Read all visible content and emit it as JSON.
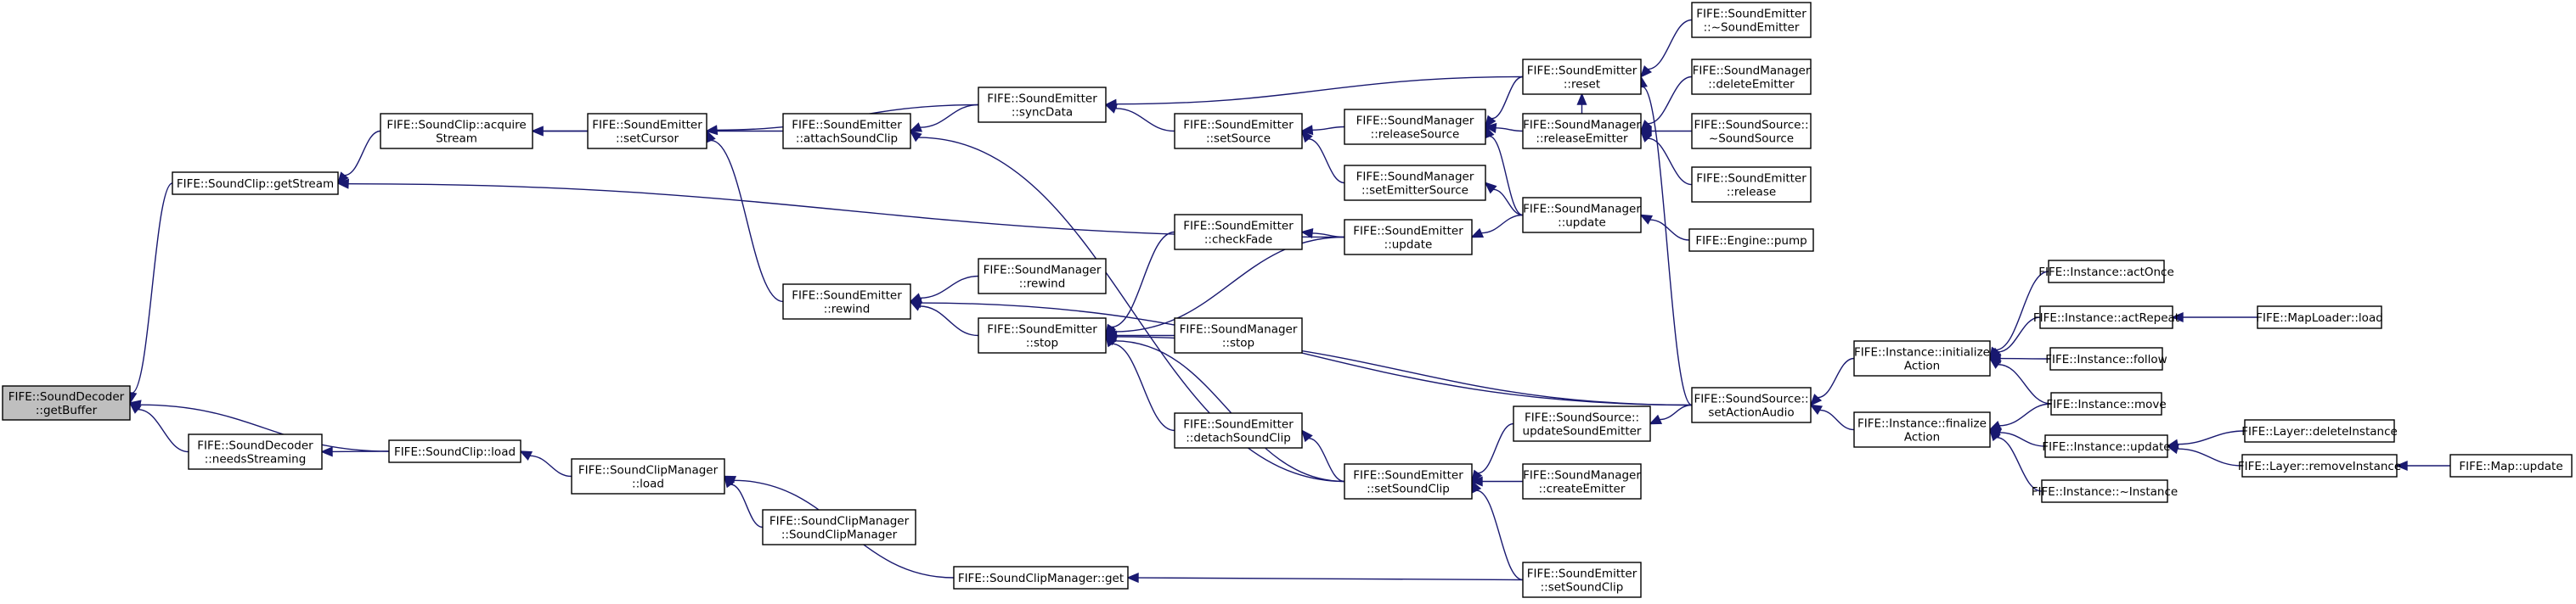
{
  "colors": {
    "edge": "#191970",
    "root_fill": "#bfbfbf",
    "node_fill": "#ffffff",
    "node_border": "#000000"
  },
  "nodes": [
    {
      "id": "getBuffer",
      "lines": [
        "FIFE::SoundDecoder",
        "::getBuffer"
      ],
      "root": true
    },
    {
      "id": "getStream",
      "lines": [
        "FIFE::SoundClip::getStream"
      ]
    },
    {
      "id": "needsStreaming",
      "lines": [
        "FIFE::SoundDecoder",
        "::needsStreaming"
      ]
    },
    {
      "id": "clipLoad",
      "lines": [
        "FIFE::SoundClip::load"
      ]
    },
    {
      "id": "acquireStream",
      "lines": [
        "FIFE::SoundClip::acquire",
        "Stream"
      ]
    },
    {
      "id": "clipMgrLoad",
      "lines": [
        "FIFE::SoundClipManager",
        "::load"
      ]
    },
    {
      "id": "clipMgrCtor",
      "lines": [
        "FIFE::SoundClipManager",
        "::SoundClipManager"
      ]
    },
    {
      "id": "clipMgrGet",
      "lines": [
        "FIFE::SoundClipManager::get"
      ]
    },
    {
      "id": "setCursor",
      "lines": [
        "FIFE::SoundEmitter",
        "::setCursor"
      ]
    },
    {
      "id": "attachSoundClip",
      "lines": [
        "FIFE::SoundEmitter",
        "::attachSoundClip"
      ]
    },
    {
      "id": "rewind",
      "lines": [
        "FIFE::SoundEmitter",
        "::rewind"
      ]
    },
    {
      "id": "syncData",
      "lines": [
        "FIFE::SoundEmitter",
        "::syncData"
      ]
    },
    {
      "id": "mgrRewind",
      "lines": [
        "FIFE::SoundManager",
        "::rewind"
      ]
    },
    {
      "id": "stop",
      "lines": [
        "FIFE::SoundEmitter",
        "::stop"
      ]
    },
    {
      "id": "setSource",
      "lines": [
        "FIFE::SoundEmitter",
        "::setSource"
      ]
    },
    {
      "id": "checkFade",
      "lines": [
        "FIFE::SoundEmitter",
        "::checkFade"
      ]
    },
    {
      "id": "mgrStop",
      "lines": [
        "FIFE::SoundManager",
        "::stop"
      ]
    },
    {
      "id": "detachSoundClip",
      "lines": [
        "FIFE::SoundEmitter",
        "::detachSoundClip"
      ]
    },
    {
      "id": "releaseSource",
      "lines": [
        "FIFE::SoundManager",
        "::releaseSource"
      ]
    },
    {
      "id": "setEmitterSource",
      "lines": [
        "FIFE::SoundManager",
        "::setEmitterSource"
      ]
    },
    {
      "id": "emitterUpdate",
      "lines": [
        "FIFE::SoundEmitter",
        "::update"
      ]
    },
    {
      "id": "setSoundClip1",
      "lines": [
        "FIFE::SoundEmitter",
        "::setSoundClip"
      ]
    },
    {
      "id": "reset",
      "lines": [
        "FIFE::SoundEmitter",
        "::reset"
      ]
    },
    {
      "id": "releaseEmitter",
      "lines": [
        "FIFE::SoundManager",
        "::releaseEmitter"
      ]
    },
    {
      "id": "mgrUpdate",
      "lines": [
        "FIFE::SoundManager",
        "::update"
      ]
    },
    {
      "id": "updateSoundEmitter",
      "lines": [
        "FIFE::SoundSource::",
        "updateSoundEmitter"
      ]
    },
    {
      "id": "createEmitter",
      "lines": [
        "FIFE::SoundManager",
        "::createEmitter"
      ]
    },
    {
      "id": "setSoundClip2",
      "lines": [
        "FIFE::SoundEmitter",
        "::setSoundClip"
      ]
    },
    {
      "id": "emitterDtor",
      "lines": [
        "FIFE::SoundEmitter",
        "::~SoundEmitter"
      ]
    },
    {
      "id": "deleteEmitter",
      "lines": [
        "FIFE::SoundManager",
        "::deleteEmitter"
      ]
    },
    {
      "id": "sourceDtor",
      "lines": [
        "FIFE::SoundSource::",
        "~SoundSource"
      ]
    },
    {
      "id": "release",
      "lines": [
        "FIFE::SoundEmitter",
        "::release"
      ]
    },
    {
      "id": "pump",
      "lines": [
        "FIFE::Engine::pump"
      ]
    },
    {
      "id": "setActionAudio",
      "lines": [
        "FIFE::SoundSource::",
        "setActionAudio"
      ]
    },
    {
      "id": "initializeAction",
      "lines": [
        "FIFE::Instance::initialize",
        "Action"
      ]
    },
    {
      "id": "finalizeAction",
      "lines": [
        "FIFE::Instance::finalize",
        "Action"
      ]
    },
    {
      "id": "actOnce",
      "lines": [
        "FIFE::Instance::actOnce"
      ]
    },
    {
      "id": "actRepeat",
      "lines": [
        "FIFE::Instance::actRepeat"
      ]
    },
    {
      "id": "follow",
      "lines": [
        "FIFE::Instance::follow"
      ]
    },
    {
      "id": "move",
      "lines": [
        "FIFE::Instance::move"
      ]
    },
    {
      "id": "instUpdate",
      "lines": [
        "FIFE::Instance::update"
      ]
    },
    {
      "id": "instDtor",
      "lines": [
        "FIFE::Instance::~Instance"
      ]
    },
    {
      "id": "mapLoaderLoad",
      "lines": [
        "FIFE::MapLoader::load"
      ]
    },
    {
      "id": "deleteInstance",
      "lines": [
        "FIFE::Layer::deleteInstance"
      ]
    },
    {
      "id": "removeInstance",
      "lines": [
        "FIFE::Layer::removeInstance"
      ]
    },
    {
      "id": "mapUpdate",
      "lines": [
        "FIFE::Map::update"
      ]
    }
  ],
  "edges": [
    [
      "getStream",
      "getBuffer"
    ],
    [
      "needsStreaming",
      "getBuffer"
    ],
    [
      "clipLoad",
      "getBuffer"
    ],
    [
      "acquireStream",
      "getStream"
    ],
    [
      "emitterUpdate",
      "getStream"
    ],
    [
      "clipLoad",
      "needsStreaming"
    ],
    [
      "clipMgrLoad",
      "clipLoad"
    ],
    [
      "setCursor",
      "acquireStream"
    ],
    [
      "attachSoundClip",
      "acquireStream"
    ],
    [
      "clipMgrCtor",
      "clipMgrLoad"
    ],
    [
      "clipMgrGet",
      "clipMgrLoad"
    ],
    [
      "setSoundClip2",
      "clipMgrGet"
    ],
    [
      "rewind",
      "setCursor"
    ],
    [
      "syncData",
      "setCursor"
    ],
    [
      "syncData",
      "attachSoundClip"
    ],
    [
      "setSoundClip1",
      "attachSoundClip"
    ],
    [
      "mgrRewind",
      "rewind"
    ],
    [
      "stop",
      "rewind"
    ],
    [
      "setActionAudio",
      "rewind"
    ],
    [
      "setSource",
      "syncData"
    ],
    [
      "reset",
      "syncData"
    ],
    [
      "checkFade",
      "stop"
    ],
    [
      "emitterUpdate",
      "stop"
    ],
    [
      "mgrStop",
      "stop"
    ],
    [
      "detachSoundClip",
      "stop"
    ],
    [
      "setActionAudio",
      "stop"
    ],
    [
      "setSoundClip1",
      "stop"
    ],
    [
      "releaseSource",
      "setSource"
    ],
    [
      "setEmitterSource",
      "setSource"
    ],
    [
      "emitterUpdate",
      "checkFade"
    ],
    [
      "setSoundClip1",
      "detachSoundClip"
    ],
    [
      "reset",
      "releaseSource"
    ],
    [
      "releaseEmitter",
      "releaseSource"
    ],
    [
      "mgrUpdate",
      "releaseSource"
    ],
    [
      "mgrUpdate",
      "setEmitterSource"
    ],
    [
      "mgrUpdate",
      "emitterUpdate"
    ],
    [
      "updateSoundEmitter",
      "setSoundClip1"
    ],
    [
      "createEmitter",
      "setSoundClip1"
    ],
    [
      "setSoundClip2",
      "setSoundClip1"
    ],
    [
      "emitterDtor",
      "reset"
    ],
    [
      "releaseEmitter",
      "reset"
    ],
    [
      "setActionAudio",
      "reset"
    ],
    [
      "deleteEmitter",
      "releaseEmitter"
    ],
    [
      "sourceDtor",
      "releaseEmitter"
    ],
    [
      "release",
      "releaseEmitter"
    ],
    [
      "pump",
      "mgrUpdate"
    ],
    [
      "setActionAudio",
      "updateSoundEmitter"
    ],
    [
      "initializeAction",
      "setActionAudio"
    ],
    [
      "finalizeAction",
      "setActionAudio"
    ],
    [
      "actOnce",
      "initializeAction"
    ],
    [
      "actRepeat",
      "initializeAction"
    ],
    [
      "follow",
      "initializeAction"
    ],
    [
      "move",
      "initializeAction"
    ],
    [
      "move",
      "finalizeAction"
    ],
    [
      "instUpdate",
      "finalizeAction"
    ],
    [
      "instDtor",
      "finalizeAction"
    ],
    [
      "mapLoaderLoad",
      "actRepeat"
    ],
    [
      "deleteInstance",
      "instUpdate"
    ],
    [
      "removeInstance",
      "instUpdate"
    ],
    [
      "mapUpdate",
      "removeInstance"
    ]
  ]
}
